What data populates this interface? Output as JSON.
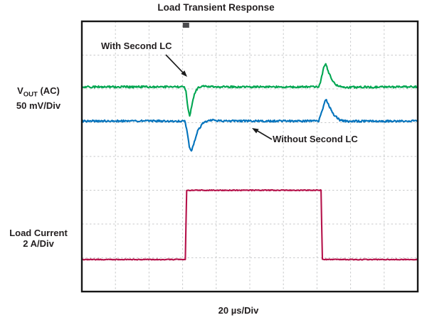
{
  "page": {
    "title": "Load Transient Response",
    "x_axis_label": "20 µs/Div"
  },
  "labels": {
    "vout": {
      "prefix": "V",
      "sub": "OUT",
      "suffix": " (AC)",
      "scale": "50 mV/Div"
    },
    "load": {
      "name": "Load Current",
      "scale": "2 A/Div"
    }
  },
  "annotations": {
    "with_lc": "With Second LC",
    "without_lc": "Without Second LC"
  },
  "chart_data": {
    "type": "line",
    "title": "Load Transient Response",
    "xlabel": "20 µs/Div",
    "x_divisions": 10,
    "y_divisions": 8,
    "x_scale": "20 µs/Div",
    "grid": true,
    "grid_style": "dashed",
    "legend_position": "none",
    "trigger_marker_x_div": 3.1,
    "series": [
      {
        "name": "VOUT (AC) - With Second LC",
        "data_name": "trace-vout-with-second-lc",
        "color": "#00a651",
        "vertical_scale": "50 mV/Div",
        "baseline_div": 1.94,
        "noise_div": 0.028,
        "points_div": [
          [
            0,
            1.94
          ],
          [
            3.05,
            1.94
          ],
          [
            3.1,
            2.08
          ],
          [
            3.16,
            2.58
          ],
          [
            3.21,
            2.8
          ],
          [
            3.27,
            2.52
          ],
          [
            3.35,
            2.14
          ],
          [
            3.45,
            1.97
          ],
          [
            3.6,
            1.9
          ],
          [
            3.82,
            1.94
          ],
          [
            7.05,
            1.94
          ],
          [
            7.12,
            1.74
          ],
          [
            7.2,
            1.36
          ],
          [
            7.26,
            1.26
          ],
          [
            7.33,
            1.46
          ],
          [
            7.45,
            1.76
          ],
          [
            7.6,
            1.9
          ],
          [
            7.8,
            1.95
          ],
          [
            10,
            1.94
          ]
        ]
      },
      {
        "name": "VOUT (AC) - Without Second LC",
        "data_name": "trace-vout-without-second-lc",
        "color": "#0072bc",
        "vertical_scale": "50 mV/Div",
        "baseline_div": 2.95,
        "noise_div": 0.028,
        "points_div": [
          [
            0,
            2.95
          ],
          [
            3.06,
            2.95
          ],
          [
            3.12,
            3.18
          ],
          [
            3.2,
            3.72
          ],
          [
            3.26,
            3.85
          ],
          [
            3.33,
            3.62
          ],
          [
            3.45,
            3.24
          ],
          [
            3.6,
            3.02
          ],
          [
            3.82,
            2.92
          ],
          [
            4.1,
            2.95
          ],
          [
            7.05,
            2.95
          ],
          [
            7.13,
            2.72
          ],
          [
            7.22,
            2.4
          ],
          [
            7.28,
            2.32
          ],
          [
            7.36,
            2.5
          ],
          [
            7.5,
            2.76
          ],
          [
            7.68,
            2.92
          ],
          [
            7.9,
            2.96
          ],
          [
            10,
            2.95
          ]
        ]
      },
      {
        "name": "Load Current",
        "data_name": "trace-load-current",
        "color": "#b5124a",
        "vertical_scale": "2 A/Div",
        "low_div": 7.05,
        "high_div": 5.0,
        "noise_div": 0.012,
        "points_div": [
          [
            0,
            7.05
          ],
          [
            3.08,
            7.05
          ],
          [
            3.12,
            5.0
          ],
          [
            7.12,
            5.0
          ],
          [
            7.16,
            7.05
          ],
          [
            10,
            7.05
          ]
        ]
      }
    ]
  }
}
